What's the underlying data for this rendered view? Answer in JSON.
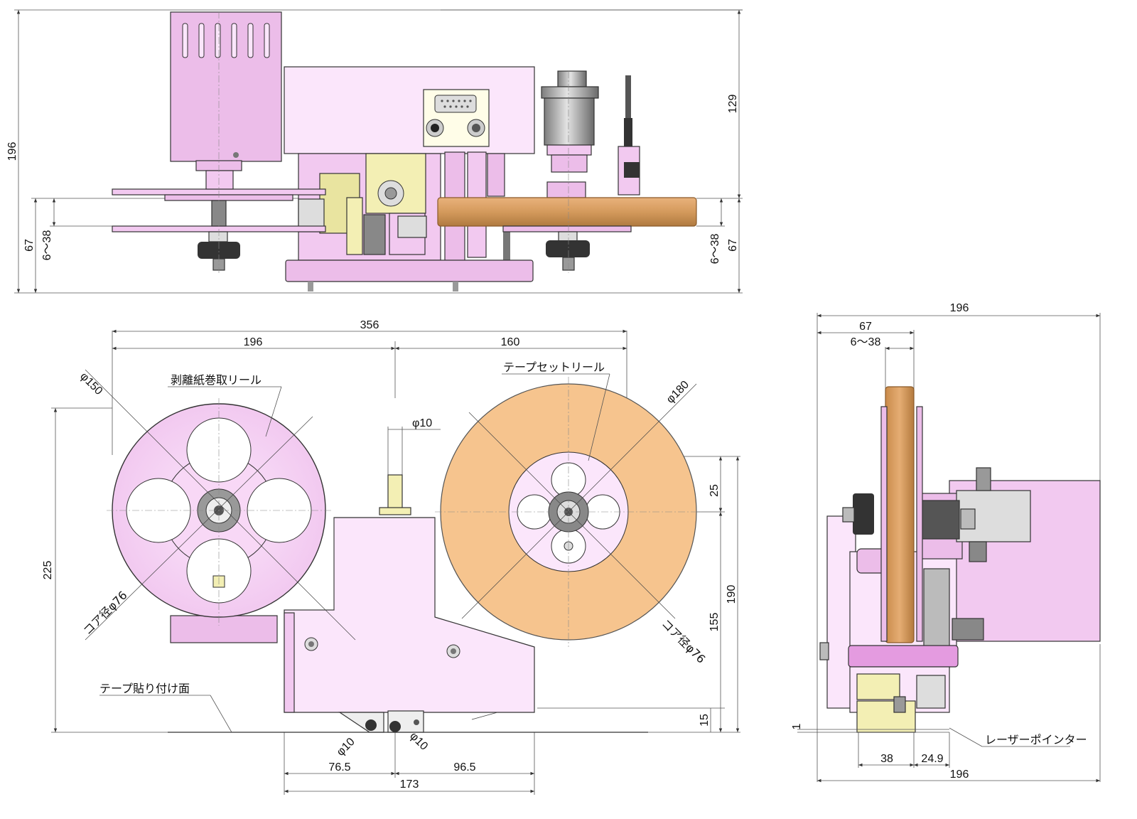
{
  "colors": {
    "pink": "#f2c9f0",
    "pink_light": "#fbe6fb",
    "pink_dark": "#c98cc7",
    "orange": "#f6c48e",
    "orange_dark": "#c98a4a",
    "yellow": "#f3efb4",
    "gray": "#9a9a9a"
  },
  "top_view": {
    "dims": {
      "height_total": "196",
      "height_upper": "129",
      "width_left": "67",
      "core_left": "6～38",
      "core_right": "6～38",
      "width_right": "67"
    }
  },
  "front_view": {
    "dims": {
      "overall_width": "356",
      "left_width": "196",
      "right_width": "160",
      "left_diameter": "φ150",
      "right_diameter": "φ180",
      "shaft_diameter": "φ10",
      "left_height": "225",
      "right_offset": "25",
      "right_height": "190",
      "right_lower": "155",
      "bottom_gap": "15",
      "roller_left": "φ10",
      "roller_right": "φ10",
      "base_left": "76.5",
      "base_right": "96.5",
      "base_total": "173"
    },
    "labels": {
      "left_reel": "剥離紙巻取リール",
      "right_reel": "テープセットリール",
      "left_core": "コア径φ76",
      "right_core": "コア径φ76",
      "tape_surface": "テープ貼り付け面"
    }
  },
  "side_view": {
    "dims": {
      "total_top": "196",
      "width": "67",
      "core": "6～38",
      "gap": "1",
      "w38": "38",
      "w249": "24.9",
      "total_bottom": "196"
    },
    "labels": {
      "laser": "レーザーポインター"
    }
  }
}
